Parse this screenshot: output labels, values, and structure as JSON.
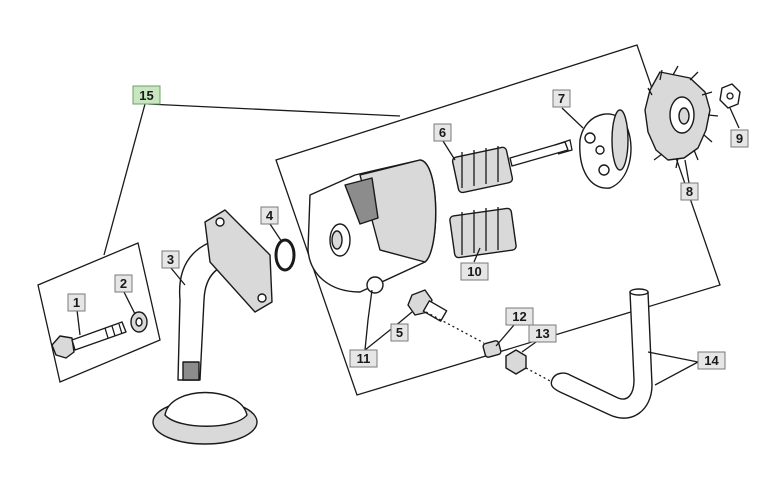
{
  "callouts": [
    {
      "id": "1",
      "label": "1"
    },
    {
      "id": "2",
      "label": "2"
    },
    {
      "id": "3",
      "label": "3"
    },
    {
      "id": "4",
      "label": "4"
    },
    {
      "id": "5",
      "label": "5"
    },
    {
      "id": "6",
      "label": "6"
    },
    {
      "id": "7",
      "label": "7"
    },
    {
      "id": "8",
      "label": "8"
    },
    {
      "id": "9",
      "label": "9"
    },
    {
      "id": "10",
      "label": "10"
    },
    {
      "id": "11",
      "label": "11"
    },
    {
      "id": "12",
      "label": "12"
    },
    {
      "id": "13",
      "label": "13"
    },
    {
      "id": "14",
      "label": "14"
    },
    {
      "id": "15",
      "label": "15"
    }
  ],
  "colors": {
    "line": "#1a1a1a",
    "label_fill": "#e6e6e6",
    "highlight_fill": "#c8e6c0"
  }
}
